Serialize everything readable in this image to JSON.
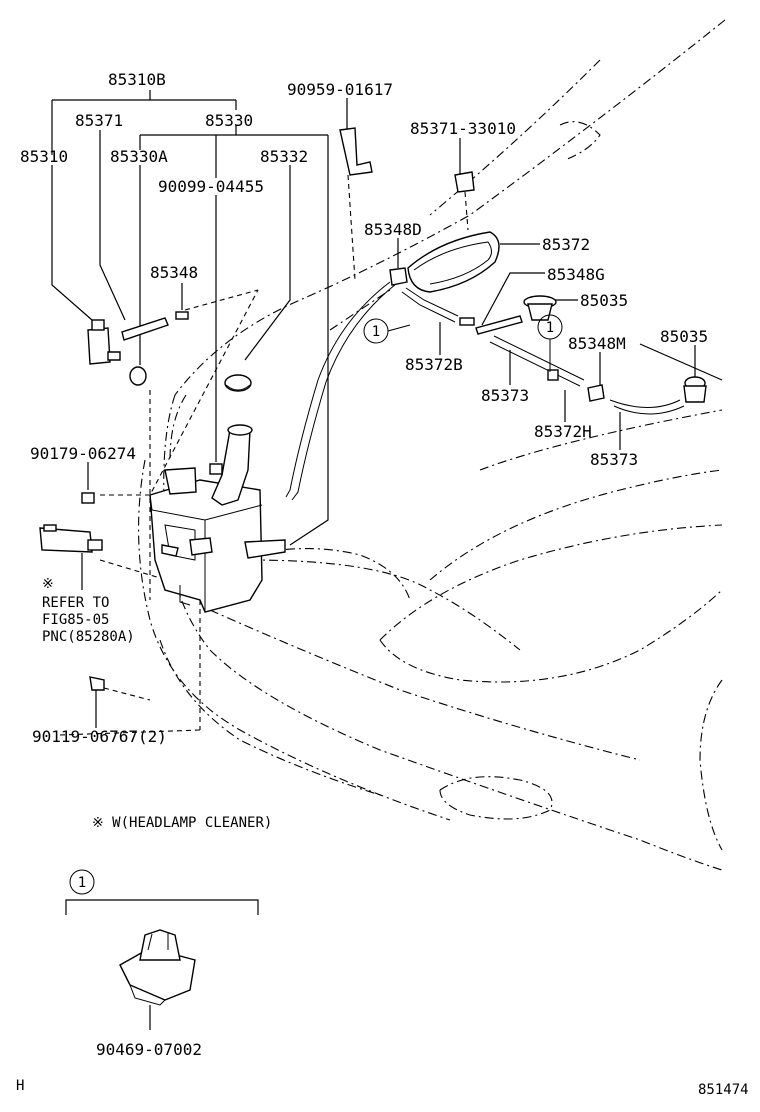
{
  "parts": {
    "p85310B": "85310B",
    "p85371": "85371",
    "p85330": "85330",
    "p85310": "85310",
    "p85330A": "85330A",
    "p85332": "85332",
    "p90099": "90099-04455",
    "p90959": "90959-01617",
    "p85371_33010": "85371-33010",
    "p85348D": "85348D",
    "p85372": "85372",
    "p85348G": "85348G",
    "p85348": "85348",
    "p85035a": "85035",
    "p85035b": "85035",
    "p85348M": "85348M",
    "p85372B": "85372B",
    "p85373a": "85373",
    "p85372H": "85372H",
    "p85373b": "85373",
    "p90179": "90179-06274",
    "p90119": "90119-06767(2)",
    "p90469": "90469-07002"
  },
  "notes": {
    "refer_mark": "※",
    "refer_line1": "REFER TO",
    "refer_line2": "FIG85-05",
    "refer_line3": "PNC(85280A)",
    "headlamp_note": "※ W(HEADLAMP CLEANER)"
  },
  "callouts": {
    "c1": "1",
    "c2": "1",
    "c3": "1"
  },
  "footer": {
    "left": "H",
    "right": "851474"
  }
}
